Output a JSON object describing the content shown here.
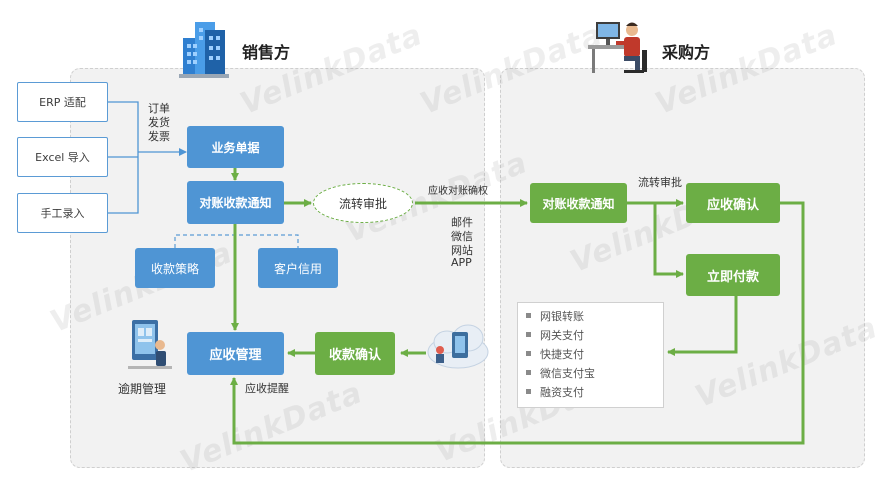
{
  "seller": {
    "title": "销售方"
  },
  "buyer": {
    "title": "采购方"
  },
  "watermark": "VelinkData",
  "sources": [
    "ERP 适配",
    "Excel 导入",
    "手工录入"
  ],
  "doc_types": [
    "订单",
    "发货",
    "发票"
  ],
  "seller_nodes": {
    "business_doc": "业务单据",
    "notice": "对账收款通知",
    "strategy": "收款策略",
    "credit": "客户信用",
    "ar_mgmt": "应收管理",
    "collect_confirm": "收款确认",
    "overdue": "逾期管理",
    "reminder": "应收提醒"
  },
  "middle": {
    "approval": "流转审批",
    "confirm_label": "应收对账确权",
    "channels": [
      "邮件",
      "微信",
      "网站",
      "APP"
    ]
  },
  "buyer_nodes": {
    "notice": "对账收款通知",
    "approval": "流转审批",
    "ar_confirm": "应收确认",
    "pay_now": "立即付款"
  },
  "payment_methods": [
    "网银转账",
    "网关支付",
    "快捷支付",
    "微信支付宝",
    "融资支付"
  ],
  "colors": {
    "blue": "#4f95d4",
    "green": "#6cae45",
    "arrow": "#6cae45"
  }
}
